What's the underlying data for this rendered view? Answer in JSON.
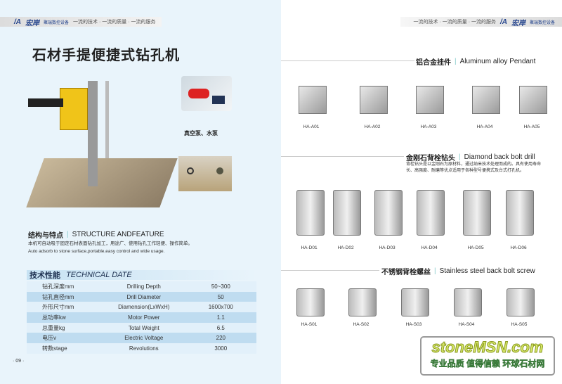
{
  "header": {
    "logo_mark": "/A",
    "logo_text": "宏岸",
    "company": "聚瑞数控设备",
    "slogan": "一流的技术 · 一流的质量 · 一流的服务"
  },
  "left": {
    "title": "石材手提便捷式钻孔机",
    "pump_caption": "真空泵、水泵",
    "structure": {
      "cn": "结构与特点",
      "en": "STRUCTURE ANDFEATURE",
      "desc_cn": "本机可自动吸于固定石材表面钻孔加工，用途广、使用钻孔工作轻便、操作简单。",
      "desc_en": "Auto adsorb to stone surface,portable,easy control and wide usage."
    },
    "tech": {
      "cn": "技术性能",
      "en": "TECHNICAL DATE",
      "rows": [
        [
          "钻孔深度mm",
          "Drilling Depth",
          "50~300"
        ],
        [
          "钻孔直径mm",
          "Drill Diameter",
          "50"
        ],
        [
          "外形尺寸mm",
          "Diamension(LxWxH)",
          "1600x700"
        ],
        [
          "总功率kw",
          "Motor Power",
          "1.1"
        ],
        [
          "总重量kg",
          "Total Weight",
          "6.5"
        ],
        [
          "电压v",
          "Electric Voltage",
          "220"
        ],
        [
          "转数stage",
          "Revolutions",
          "3000"
        ]
      ]
    },
    "page_number": "· 09 ·"
  },
  "right": {
    "s1": {
      "cn": "铝合金挂件",
      "en": "Aluminum alloy Pendant",
      "items": [
        "HA-A01",
        "HA-A02",
        "HA-A03",
        "HA-A04",
        "HA-A05"
      ]
    },
    "s2": {
      "cn": "金刚石背栓钻头",
      "en": "Diamond back bolt drill",
      "desc": "背栓钻头是以金刚石为原材料，通过纳米技术处理而成的。具有使用寿命长、高强度、耐磨等优点适用于各种型号便携式及台式打孔机。",
      "items": [
        "HA-D01",
        "HA-D02",
        "HA-D03",
        "HA-D04",
        "HA-D05",
        "HA-D06"
      ]
    },
    "s3": {
      "cn": "不锈钢背栓螺丝",
      "en": "Stainless steel back bolt screw",
      "items": [
        "HA-S01",
        "HA-S02",
        "HA-S03",
        "HA-S04",
        "HA-S05"
      ]
    }
  },
  "watermark": {
    "site": "stoneMSN.com",
    "slogan": "专业品质 值得信赖 环球石材网"
  }
}
